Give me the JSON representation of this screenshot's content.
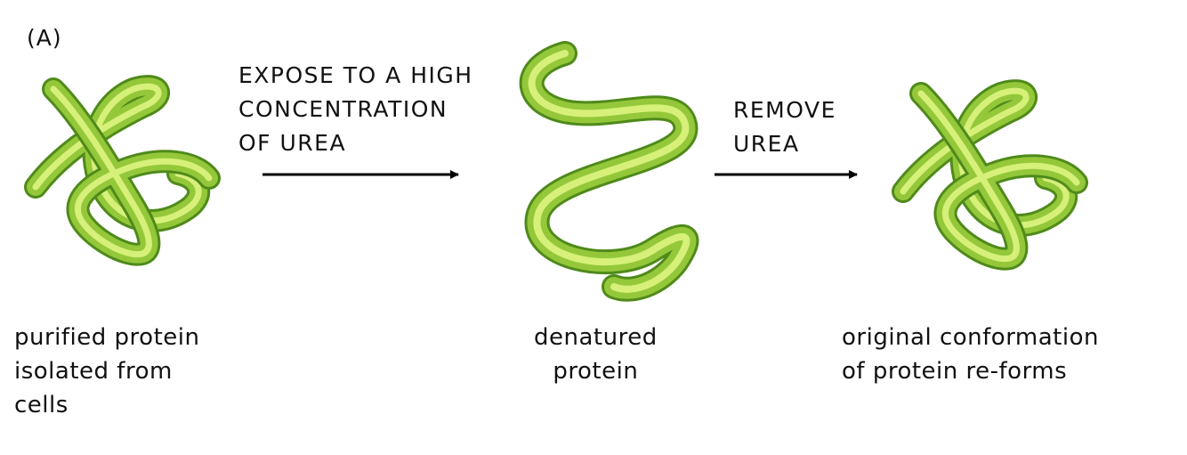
{
  "figure": {
    "panel_label": "(A)",
    "steps": [
      {
        "text": "EXPOSE TO A HIGH\nCONCENTRATION\nOF UREA"
      },
      {
        "text": "REMOVE\nUREA"
      }
    ],
    "captions": [
      {
        "text": "purified protein\nisolated from\ncells"
      },
      {
        "text": "denatured\nprotein"
      },
      {
        "text": "original conformation\nof protein re-forms"
      }
    ],
    "colors": {
      "protein_light": "#d6f07a",
      "protein_mid": "#94c83a",
      "protein_dark": "#4f8a1a",
      "arrow": "#000000"
    }
  }
}
